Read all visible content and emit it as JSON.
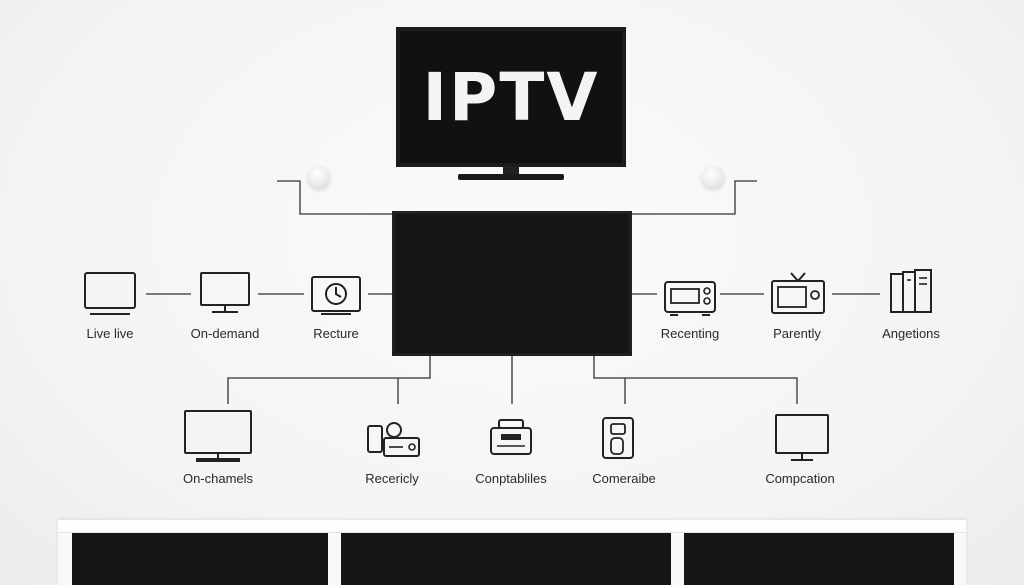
{
  "top_tv": {
    "title": "IPTV"
  },
  "nodes_row1_left": [
    {
      "label": "Live live",
      "icon": "monitor-icon"
    },
    {
      "label": "On-demand",
      "icon": "desktop-monitor-icon"
    },
    {
      "label": "Recture",
      "icon": "clock-screen-icon"
    }
  ],
  "nodes_row1_right": [
    {
      "label": "Recenting",
      "icon": "set-top-box-icon"
    },
    {
      "label": "Parently",
      "icon": "retro-tv-icon"
    },
    {
      "label": "Angetions",
      "icon": "files-icon"
    }
  ],
  "nodes_row2": [
    {
      "label": "On-chamels",
      "icon": "wide-monitor-icon"
    },
    {
      "label": "Recericly",
      "icon": "devices-icon"
    },
    {
      "label": "Conptabliles",
      "icon": "receiver-icon"
    },
    {
      "label": "Comeraibe",
      "icon": "camera-device-icon"
    },
    {
      "label": "Compcation",
      "icon": "display-icon"
    }
  ],
  "colors": {
    "background": "#f6f6f6",
    "screen": "#111111",
    "line": "#333333",
    "title_text": "#f4f4f4"
  }
}
